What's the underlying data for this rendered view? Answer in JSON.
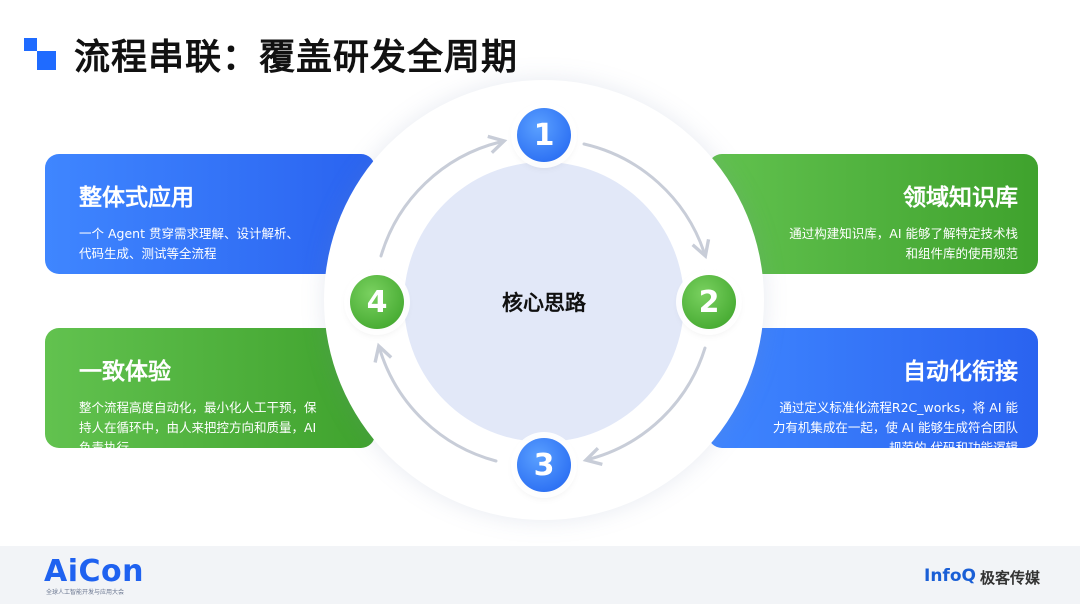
{
  "title": "流程串联：覆盖研发全周期",
  "center": "核心思路",
  "cards": {
    "top_left": {
      "title": "整体式应用",
      "desc": "一个 Agent 贯穿需求理解、设计解析、代码生成、测试等全流程"
    },
    "top_right": {
      "title": "领域知识库",
      "desc": "通过构建知识库，AI 能够了解特定技术栈和组件库的使用规范"
    },
    "bottom_left": {
      "title": "一致体验",
      "desc": "整个流程高度自动化，最小化人工干预，保持人在循环中，由人来把控方向和质量，AI 负责执行。"
    },
    "bottom_right": {
      "title": "自动化衔接",
      "desc": "通过定义标准化流程R2C_works，将 AI 能力有机集成在一起，使 AI 能够生成符合团队规范的 代码和功能逻辑"
    }
  },
  "steps": [
    "1",
    "2",
    "3",
    "4"
  ],
  "footer": {
    "logo": "AiCon",
    "logo_sub": "全球人工智能开发与应用大会",
    "brand_a": "InfoQ",
    "brand_b": "极客传媒"
  },
  "colors": {
    "blue": "#2a63f0",
    "green": "#3fa22d",
    "ring": "#c8cdd8"
  }
}
